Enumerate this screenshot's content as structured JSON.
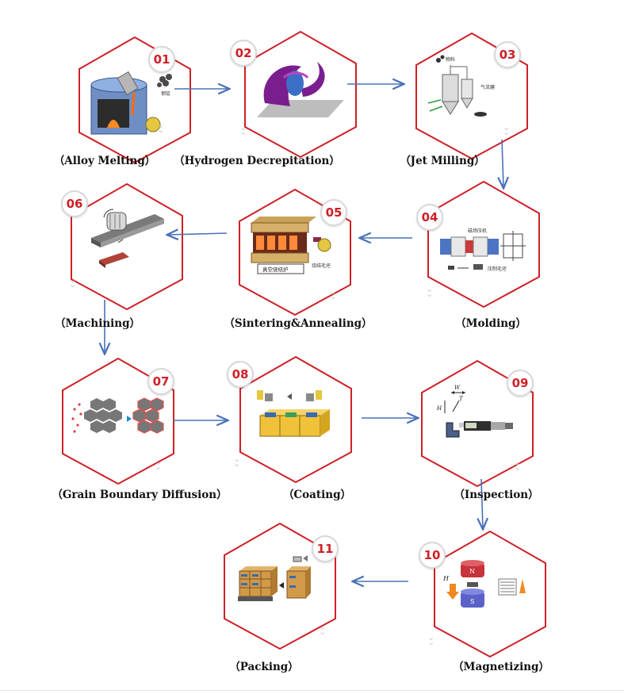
{
  "colors": {
    "hexagon": "#cf2027",
    "badge_text": "#cf2027",
    "arrow": "#4a72b8"
  },
  "steps": [
    {
      "number": "01",
      "label": "（Alloy Melting）",
      "icon": "melting-furnace-icon"
    },
    {
      "number": "02",
      "label": "（Hydrogen Decrepitation）",
      "icon": "hydrogen-decrepitation-icon"
    },
    {
      "number": "03",
      "label": "（Jet Milling）",
      "icon": "jet-mill-icon"
    },
    {
      "number": "04",
      "label": "（Molding）",
      "icon": "press-molding-icon"
    },
    {
      "number": "05",
      "label": "（Sintering&Annealing）",
      "icon": "vacuum-furnace-icon"
    },
    {
      "number": "06",
      "label": "（Machining）",
      "icon": "machining-saw-icon"
    },
    {
      "number": "07",
      "label": "（Grain Boundary Diffusion）",
      "icon": "grain-diffusion-icon"
    },
    {
      "number": "08",
      "label": "（Coating）",
      "icon": "coating-tank-icon"
    },
    {
      "number": "09",
      "label": "（Inspection）",
      "icon": "micrometer-icon"
    },
    {
      "number": "10",
      "label": "（Magnetizing）",
      "icon": "magnetizer-icon"
    },
    {
      "number": "11",
      "label": "（Packing）",
      "icon": "packing-boxes-icon"
    }
  ],
  "icon_text": {
    "furnace_note": "钢锭",
    "jet_mill_top": "物料",
    "jet_mill_side": "气流磨",
    "molding_title": "磁场压机",
    "molding_note": "压制毛坯",
    "sinter_title": "真空烧结炉",
    "sinter_note": "烧结毛坯",
    "inspect_w": "W",
    "inspect_h": "H",
    "inspect_t": "T",
    "magnet_n": "N",
    "magnet_s": "S",
    "magnet_h": "H"
  }
}
